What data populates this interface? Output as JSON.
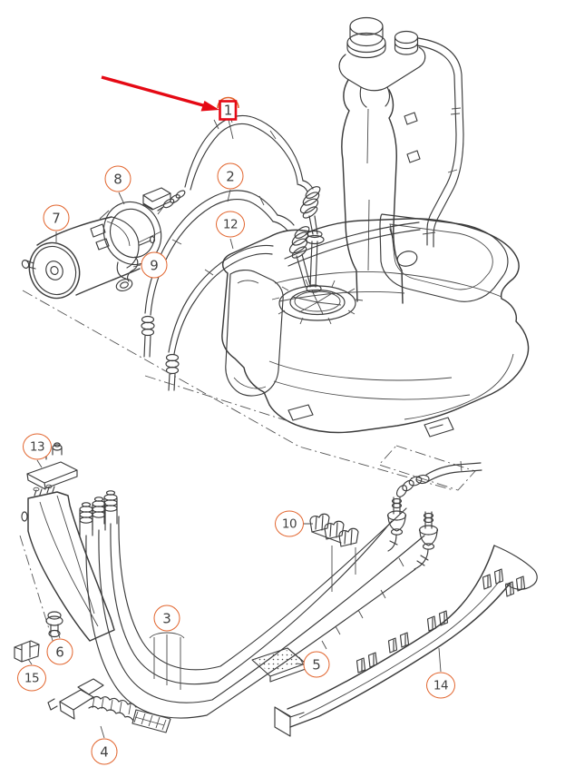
{
  "diagram": {
    "kind": "exploded-parts-diagram",
    "subject": "fuel tank with filler neck, fuel filter, fuel lines and mounting parts",
    "colors": {
      "background": "#ffffff",
      "line": "#3b3b3b",
      "callout_ring": "#e2652e",
      "callout_text": "#414141",
      "highlight_red": "#e50914"
    },
    "selected_part": "1",
    "callouts": [
      {
        "label": "1",
        "highlighted": true
      },
      {
        "label": "2"
      },
      {
        "label": "3"
      },
      {
        "label": "4"
      },
      {
        "label": "5"
      },
      {
        "label": "6"
      },
      {
        "label": "7"
      },
      {
        "label": "8"
      },
      {
        "label": "9"
      },
      {
        "label": "10"
      },
      {
        "label": "12"
      },
      {
        "label": "13"
      },
      {
        "label": "14"
      },
      {
        "label": "15"
      }
    ]
  }
}
